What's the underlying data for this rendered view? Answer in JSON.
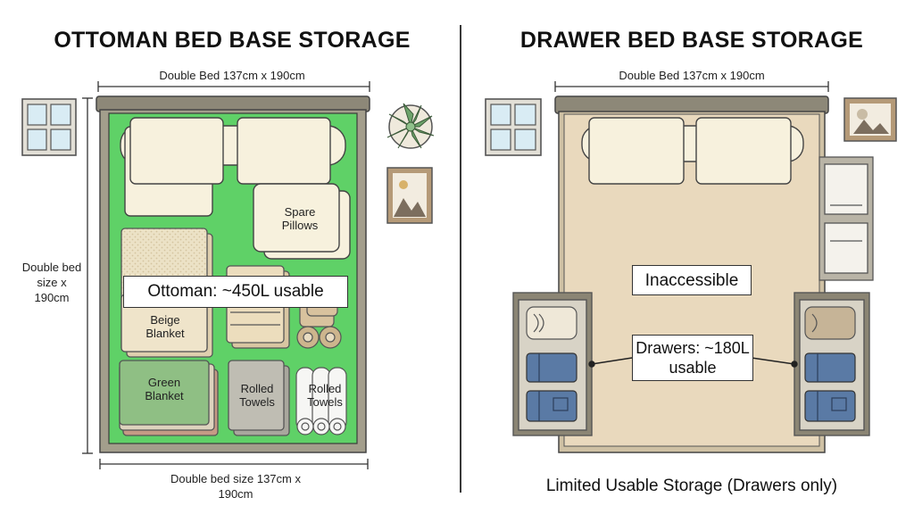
{
  "left": {
    "title": "OTTOMAN BED BASE STORAGE",
    "top_dimension": "Double Bed 137cm x 190cm",
    "side_dimension": "Double bed size x 190cm",
    "bottom_dimension": "Double bed size 137cm x 190cm",
    "callout": "Ottoman: ~450L usable",
    "items": {
      "spare_pillows": "Spare Pillows",
      "beige_blanket": "Beige Blanket",
      "green_blanket": "Green Blanket",
      "rolled_towels_grey": "Rolled Towels",
      "rolled_towels_white": "Rolled Towels"
    }
  },
  "right": {
    "title": "DRAWER BED BASE STORAGE",
    "top_dimension": "Double Bed 137cm x 190cm",
    "inaccessible": "Inaccessible",
    "drawers_callout": "Drawers: ~180L usable",
    "footer": "Limited Usable Storage (Drawers only)"
  },
  "colors": {
    "ottoman_storage": "#5fd167",
    "mattress": "#e9d9bd",
    "frame": "#8a8473",
    "jeans": "#5a7aa5"
  },
  "icons": [
    "window-icon",
    "plant-icon",
    "picture-frame-icon",
    "drawer-icon",
    "jeans-icon",
    "sweater-icon",
    "towel-roll-icon"
  ]
}
